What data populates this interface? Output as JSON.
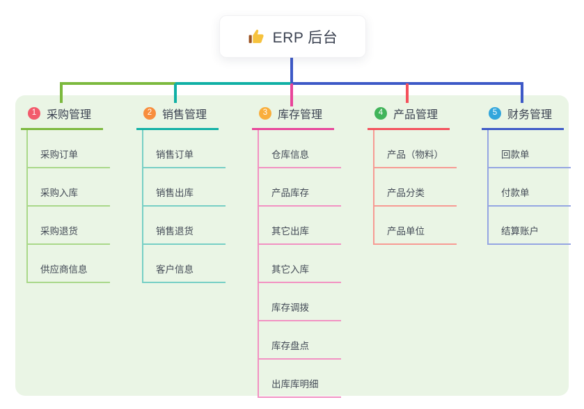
{
  "root": {
    "title": "ERP 后台",
    "icon": "thumbs-up-icon"
  },
  "colors": {
    "page_bg": "#ffffff",
    "panel_bg": "#eaf5e5",
    "root_line": "#3d59c7",
    "title_text": "#3a4150",
    "item_text": "#434a56"
  },
  "branches": [
    {
      "number": "1",
      "title": "采购管理",
      "badge_color": "#f25b6c",
      "line_color": "#7cb93e",
      "sub_line_color": "#a9d889",
      "items": [
        "采购订单",
        "采购入库",
        "采购退货",
        "供应商信息"
      ]
    },
    {
      "number": "2",
      "title": "销售管理",
      "badge_color": "#f88e3e",
      "line_color": "#10b0a5",
      "sub_line_color": "#76cfc5",
      "items": [
        "销售订单",
        "销售出库",
        "销售退货",
        "客户信息"
      ]
    },
    {
      "number": "3",
      "title": "库存管理",
      "badge_color": "#f9ae3c",
      "line_color": "#e8459a",
      "sub_line_color": "#f291c2",
      "items": [
        "仓库信息",
        "产品库存",
        "其它出库",
        "其它入库",
        "库存调拨",
        "库存盘点",
        "出库库明细"
      ]
    },
    {
      "number": "4",
      "title": "产品管理",
      "badge_color": "#41b45a",
      "line_color": "#f4515c",
      "sub_line_color": "#f79a93",
      "items": [
        "产品（物料）",
        "产品分类",
        "产品单位"
      ]
    },
    {
      "number": "5",
      "title": "财务管理",
      "badge_color": "#32a6dc",
      "line_color": "#3d59c7",
      "sub_line_color": "#94a5e2",
      "items": [
        "回款单",
        "付款单",
        "结算账户"
      ]
    }
  ]
}
